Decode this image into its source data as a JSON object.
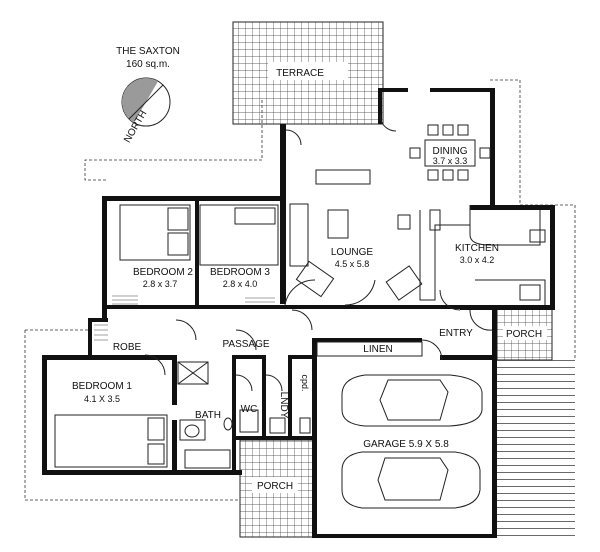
{
  "title": {
    "name": "THE SAXTON",
    "area": "160 sq.m."
  },
  "compass": {
    "label": "NORTH",
    "icon": "north-arrow-icon"
  },
  "rooms": {
    "terrace": {
      "name": "TERRACE"
    },
    "dining": {
      "name": "DINING",
      "size": "3.7 x 3.3"
    },
    "lounge": {
      "name": "LOUNGE",
      "size": "4.5 x 5.8"
    },
    "kitchen": {
      "name": "KITCHEN",
      "size": "3.0 x 4.2"
    },
    "bedroom2": {
      "name": "BEDROOM 2",
      "size": "2.8 x 3.7"
    },
    "bedroom3": {
      "name": "BEDROOM 3",
      "size": "2.8 x 4.0"
    },
    "bedroom1": {
      "name": "BEDROOM 1",
      "size": "4.1 X 3.5"
    },
    "robe": {
      "name": "ROBE"
    },
    "passage": {
      "name": "PASSAGE"
    },
    "linen": {
      "name": "LINEN"
    },
    "entry": {
      "name": "ENTRY"
    },
    "porch_east": {
      "name": "PORCH"
    },
    "bath": {
      "name": "BATH"
    },
    "wc": {
      "name": "WC"
    },
    "lndy": {
      "name": "LNDY"
    },
    "cpd": {
      "name": "cpd."
    },
    "garage": {
      "name": "GARAGE 5.9 X 5.8"
    },
    "porch_south": {
      "name": "PORCH"
    }
  }
}
